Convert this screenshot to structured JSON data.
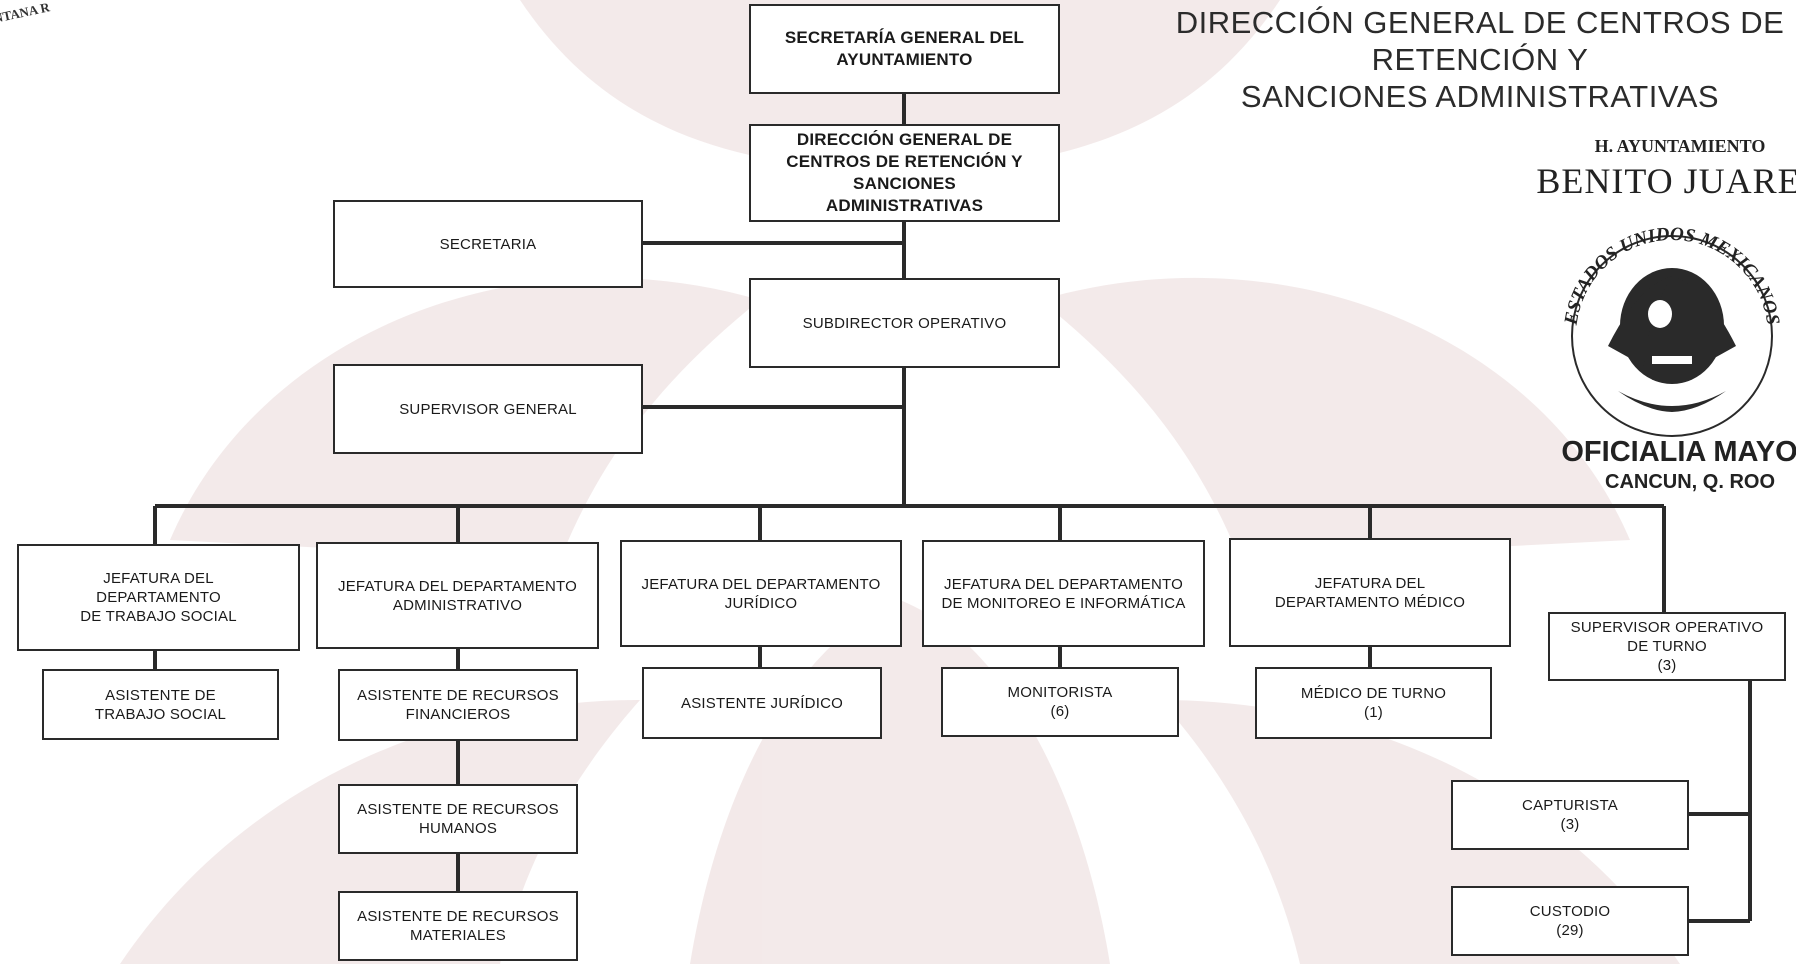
{
  "header": {
    "title": "DIRECCIÓN GENERAL DE CENTROS DE\nRETENCIÓN Y\nSANCIONES ADMINISTRATIVAS"
  },
  "corner_stamp_text": "NTANA R",
  "seal": {
    "caption": "H. AYUNTAMIENTO",
    "title": "BENITO JUAREZ",
    "ring_text": "ESTADOS UNIDOS MEXICANOS",
    "office": "OFICIALIA MAYOR",
    "city": "CANCUN, Q. ROO"
  },
  "org": {
    "secretaria_general": "SECRETARÍA GENERAL DEL\nAYUNTAMIENTO",
    "direccion_general": "DIRECCIÓN GENERAL  DE\nCENTROS DE RETENCIÓN Y\nSANCIONES\nADMINISTRATIVAS",
    "secretaria": "SECRETARIA",
    "subdirector": "SUBDIRECTOR OPERATIVO",
    "supervisor_general": "SUPERVISOR GENERAL",
    "departments": [
      {
        "head": "JEFATURA DEL\nDEPARTAMENTO\nDE TRABAJO SOCIAL",
        "staff": [
          "ASISTENTE DE\nTRABAJO SOCIAL"
        ]
      },
      {
        "head": "JEFATURA DEL DEPARTAMENTO\nADMINISTRATIVO",
        "staff": [
          "ASISTENTE DE RECURSOS\nFINANCIEROS",
          "ASISTENTE DE RECURSOS\nHUMANOS",
          "ASISTENTE DE RECURSOS\nMATERIALES"
        ]
      },
      {
        "head": "JEFATURA DEL DEPARTAMENTO\nJURÍDICO",
        "staff": [
          "ASISTENTE JURÍDICO"
        ]
      },
      {
        "head": "JEFATURA  DEL DEPARTAMENTO\nDE MONITOREO E INFORMÁTICA",
        "staff": [
          "MONITORISTA\n(6)"
        ]
      },
      {
        "head": "JEFATURA DEL\nDEPARTAMENTO MÉDICO",
        "staff": [
          "MÉDICO DE TURNO\n(1)"
        ]
      }
    ],
    "supervisor_turno": "SUPERVISOR OPERATIVO\nDE TURNO\n(3)",
    "capturista": "CAPTURISTA\n(3)",
    "custodio": "CUSTODIO\n(29)"
  },
  "colors": {
    "line": "#2a2a2a",
    "watermark": "#ead8d8"
  }
}
